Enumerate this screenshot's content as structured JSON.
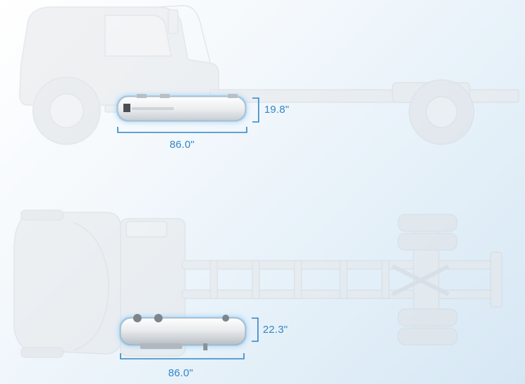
{
  "colors": {
    "dimension_line": "#2f86c8",
    "truck_faded": "#d9dde1",
    "tank_glow": "#8ec3ec",
    "tank_body": "#f4f5f6"
  },
  "side_view": {
    "tank_height": "19.8\"",
    "tank_length": "86.0\""
  },
  "top_view": {
    "tank_width": "22.3\"",
    "tank_length": "86.0\""
  }
}
